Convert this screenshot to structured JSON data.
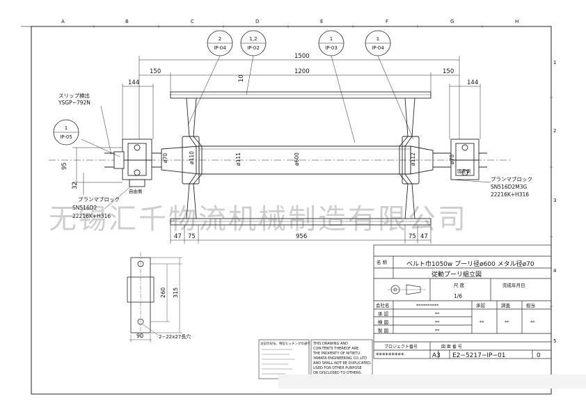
{
  "grid": {
    "columns": [
      "A",
      "B",
      "C",
      "D",
      "E",
      "F",
      "G",
      "H"
    ],
    "rows": [
      "1",
      "2",
      "3",
      "4",
      "5"
    ]
  },
  "balloons": [
    {
      "num": "2",
      "ref": "IP-04"
    },
    {
      "num": "1,2",
      "ref": "IP-02"
    },
    {
      "num": "1",
      "ref": "IP-03"
    },
    {
      "num": "1",
      "ref": "IP-04"
    },
    {
      "num": "1",
      "ref": "IP-05"
    }
  ],
  "dims": {
    "overall": "1500",
    "left_150": "150",
    "face_1200": "1200",
    "right_150": "150",
    "shell_10": "10",
    "left_144": "144",
    "right_144": "144",
    "shaft_95": "95",
    "shaft_32": "32",
    "d70_left": "ø70",
    "d110": "ø110",
    "d111": "ø111",
    "d600": "ø600",
    "d112": "ø112",
    "d70_right": "ø70",
    "b47_left": "47",
    "b75_left": "75",
    "b956": "956",
    "b75_right": "75",
    "b47_right": "47",
    "h260": "260",
    "h315": "315",
    "w90": "90",
    "holes": "2−22x27長穴"
  },
  "notes": {
    "slip_label": "スリップ検出",
    "slip_part": "YSGP−792N",
    "free_side": "自由側",
    "fixed_side": "固定側",
    "left_block_label": "プランマブロック",
    "left_block_model": "SN516D2",
    "left_block_bearing": "22216K+H316",
    "right_block_label": "プランマブロック",
    "right_block_model": "SN516D2M3G",
    "right_block_bearing": "22216K+H316"
  },
  "watermark": "无锡汇千物流机械制造有限公司",
  "title_block": {
    "name_label": "名 称",
    "spec": "ベルト巾1050w  プーリ径ø600  メタル径ø70",
    "drawing_name": "従動プーリ組立図",
    "scale_label": "尺 度",
    "scale_value": "1/6",
    "date_label": "完成年月日",
    "company_label": "会社名",
    "company_value": "**********",
    "approve_label": "承認",
    "check_label": "調査",
    "charge_label": "担当",
    "approve_val": "**",
    "check_val": "**",
    "charge_val": "**",
    "row1_label": "承 認",
    "row2_label": "検 図",
    "row3_label": "製 図",
    "row1_val": "**",
    "row2_val": "**",
    "row3_val": "**",
    "project_label": "プロジェクト番号",
    "drawing_no_label": "図 面 番 号",
    "project_value": "*********",
    "size": "A3",
    "drawing_no": "E2−5217−IP−01",
    "revision": "0"
  },
  "copyright": {
    "line1": "THIS DRAWING AND",
    "line2": "CON-TENTS THEREOF ARE",
    "line3": "THE PROPERTY OF NITIETU",
    "line4": "YAMATA ENGINEERING CO.,LTD",
    "line5": "AND SHALL NOT BE DUPLICATED.",
    "line6": "USED FOR OTHER PURPOSE",
    "line7": "OR DISCLOSED TO OTHERS."
  },
  "notes_block_title": "注記の記号、特記ヒッチングの通り"
}
